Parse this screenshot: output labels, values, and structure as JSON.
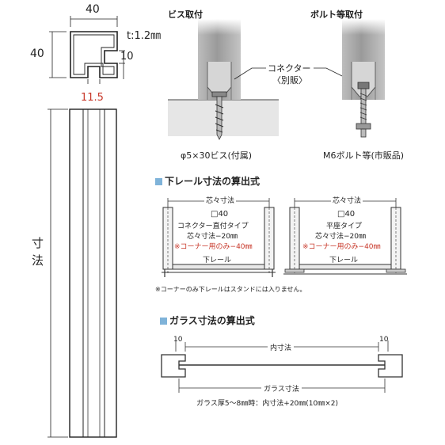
{
  "profile": {
    "width": "40",
    "height": "40",
    "thickness": "t:1.2㎜",
    "notch": "10",
    "slot": "11.5",
    "length_label": "寸\n法"
  },
  "install": {
    "screw_title": "ビス取付",
    "bolt_title": "ボルト等取付",
    "connector_label": "コネクター",
    "connector_sub": "〈別販〉",
    "screw_spec": "φ5×30ビス(付属)",
    "bolt_spec": "M6ボルト等(市販品)"
  },
  "rail": {
    "heading": "下レール寸法の算出式",
    "left": {
      "dim": "芯々寸法",
      "size": "□40",
      "type": "コネクター直付タイプ",
      "formula": "芯々寸法−20㎜",
      "corner": "※コーナー用のみ−40㎜",
      "rail_label": "下レール"
    },
    "right": {
      "dim": "芯々寸法",
      "size": "□40",
      "type": "平座タイプ",
      "formula": "芯々寸法−20㎜",
      "corner": "※コーナー用のみ−40㎜",
      "rail_label": "下レール"
    },
    "note": "※コーナーのみ下レールはスタンドには入りません。"
  },
  "glass": {
    "heading": "ガラス寸法の算出式",
    "left_gap": "10",
    "right_gap": "10",
    "inner_dim": "内寸法",
    "glass_dim": "ガラス寸法",
    "formula": "ガラス厚5〜8㎜時：内寸法+20㎜(10㎜×2)"
  },
  "colors": {
    "accent_red": "#c8382a",
    "section_square": "#7fb3d9",
    "post_gray": "#a8a8a8",
    "floor_gray": "#e6e6e6"
  }
}
